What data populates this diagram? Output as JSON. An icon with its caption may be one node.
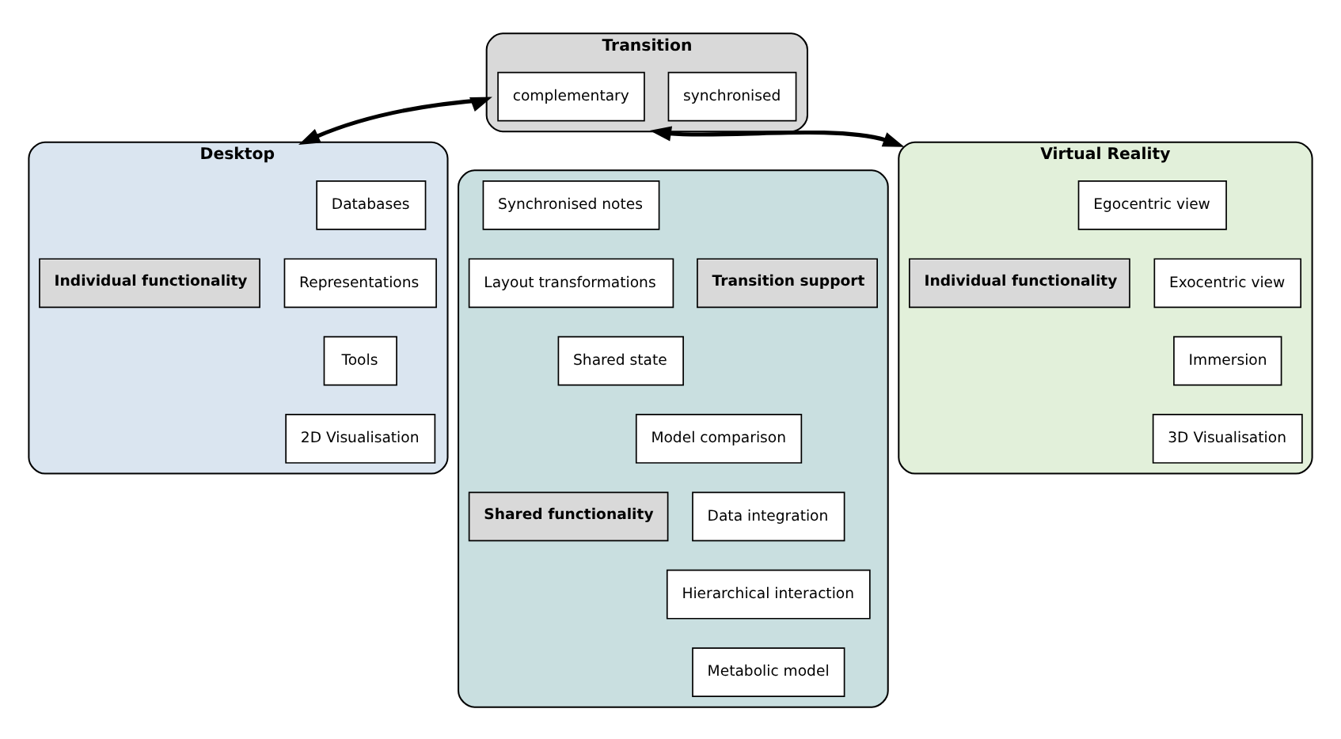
{
  "diagram": {
    "nodes": [
      {
        "text": [
          "Transition"
        ]
      },
      {
        "text": [
          "complementary"
        ],
        "in": 0
      },
      {
        "text": [
          "synchronised"
        ],
        "in": 0
      },
      {
        "text": [
          "Desktop"
        ]
      },
      {
        "text": [
          "Individual functionality"
        ],
        "in": 3
      },
      {
        "text": [
          "Databases"
        ],
        "in": 3
      },
      {
        "text": [
          "Representations"
        ],
        "in": 3
      },
      {
        "text": [
          "Tools"
        ],
        "in": 3
      },
      {
        "text": [
          "2D Visualisation"
        ],
        "in": 3
      },
      {
        "text": [],
        "shape": "box"
      },
      {
        "text": [
          "Transition support"
        ],
        "in": 9
      },
      {
        "text": [
          "Synchronised notes"
        ],
        "in": 9
      },
      {
        "text": [
          "Layout transformations"
        ],
        "in": 9
      },
      {
        "text": [
          "Shared state"
        ],
        "in": 9
      },
      {
        "text": [
          "Shared functionality"
        ],
        "in": 9
      },
      {
        "text": [
          "Model comparison"
        ],
        "in": 9
      },
      {
        "text": [
          "Data integration"
        ],
        "in": 9
      },
      {
        "text": [
          "Hierarchical interaction"
        ],
        "in": 9
      },
      {
        "text": [
          "Metabolic model"
        ],
        "in": 9
      },
      {
        "text": [
          "Virtual Reality"
        ]
      },
      {
        "text": [
          "Individual functionality"
        ],
        "in": 19
      },
      {
        "text": [
          "Egocentric view"
        ],
        "in": 19
      },
      {
        "text": [
          "Exocentric view"
        ],
        "in": 19
      },
      {
        "text": [
          "Immersion"
        ],
        "in": 19
      },
      {
        "text": [
          "3D Visualisation"
        ],
        "in": 19
      }
    ],
    "edges": [
      {
        "from": 0,
        "to": 3,
        "arrow": "both"
      },
      {
        "from": 0,
        "to": 19,
        "arrow": "both"
      }
    ]
  }
}
